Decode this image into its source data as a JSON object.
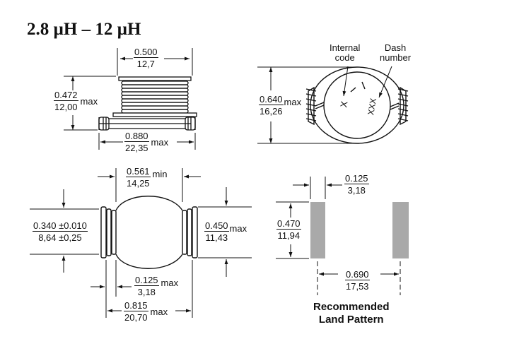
{
  "title": "2.8 µH – 12 µH",
  "side_view": {
    "width": {
      "top": "0.500",
      "bottom": "12,7",
      "suffix": ""
    },
    "height": {
      "top": "0.472",
      "bottom": "12,00",
      "suffix": "max"
    },
    "base": {
      "top": "0.880",
      "bottom": "22,35",
      "suffix": "max"
    }
  },
  "top_view": {
    "internal_code_label": "Internal\ncode",
    "dash_number_label": "Dash\nnumber",
    "code_mark": "X",
    "dash_mark": "XXX",
    "height": {
      "top": "0.640",
      "bottom": "16,26",
      "suffix": "max"
    }
  },
  "bottom_view": {
    "gap": {
      "top": "0.561",
      "bottom": "14,25",
      "suffix": "min"
    },
    "lead_height": {
      "top": "0.340 ±0.010",
      "bottom": "8,64 ±0,25",
      "suffix": ""
    },
    "body_height": {
      "top": "0.450",
      "bottom": "11,43",
      "suffix": "max"
    },
    "lead_width": {
      "top": "0.125",
      "bottom": "3,18",
      "suffix": "max"
    },
    "overall": {
      "top": "0.815",
      "bottom": "20,70",
      "suffix": "max"
    }
  },
  "land_pattern": {
    "pad_width": {
      "top": "0.125",
      "bottom": "3,18",
      "suffix": ""
    },
    "pad_height": {
      "top": "0.470",
      "bottom": "11,94",
      "suffix": ""
    },
    "spacing": {
      "top": "0.690",
      "bottom": "17,53",
      "suffix": ""
    },
    "caption": "Recommended\nLand Pattern",
    "pad_color": "#a9a9a9"
  }
}
